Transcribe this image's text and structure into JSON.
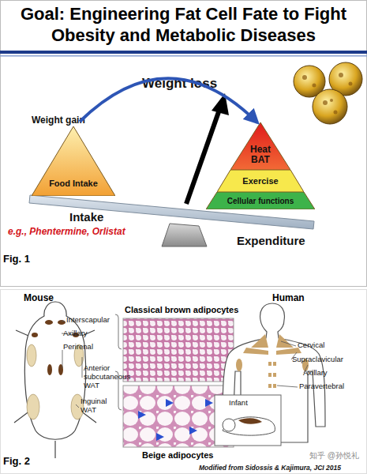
{
  "diagram": {
    "title": "Goal: Engineering Fat Cell Fate to Fight Obesity and Metabolic Diseases",
    "nodes": [
      {
        "text": [
          "Food Intake"
        ]
      },
      {
        "text": [
          "Heat BAT"
        ]
      },
      {
        "text": [
          "Exercise"
        ]
      },
      {
        "text": [
          "Cellular functions"
        ]
      }
    ],
    "edges": [
      {
        "from": 0,
        "to": 1,
        "arrow": "to"
      }
    ],
    "labels": [
      "Weight gain",
      "Weight loss",
      "Intake",
      "Expenditure",
      "e.g., Phentermine, Orlistat",
      "Fig. 1",
      "Mouse",
      "Interscapular",
      "Axillary",
      "Perirenal",
      "Anterior subcutaneous WAT",
      "Inguinal WAT",
      "Classical brown adipocytes",
      "Beige adipocytes",
      "Human",
      "Cervical",
      "Supraclavicular",
      "Axillary",
      "Paravertebral",
      "Infant",
      "Fig. 2",
      "Modified from Sidossis & Kajimura, JCI 2015",
      "知乎 @孙悦礼"
    ]
  }
}
